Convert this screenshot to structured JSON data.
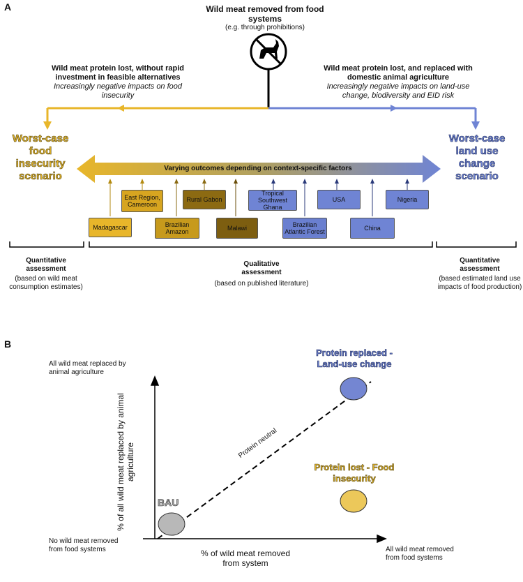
{
  "panel_a": {
    "label": "A",
    "top_title": "Wild meat removed from food systems",
    "top_subtitle": "(e.g. through prohibitions)",
    "left_heading": "Wild meat protein lost, without rapid investment in feasible alternatives",
    "left_sub": "Increasingly negative impacts on food insecurity",
    "right_heading": "Wild meat protein lost, and replaced with domestic animal agriculture",
    "right_sub": "Increasingly negative impacts on land-use change, biodiversity and EID risk",
    "left_outcome": "Worst-case food insecurity scenario",
    "right_outcome": "Worst-case land use change scenario",
    "arrow_label": "Varying outcomes depending on context-specific factors",
    "cases": [
      {
        "label": "Madagascar",
        "color": "#e8b62a"
      },
      {
        "label": "East Region, Cameroon",
        "color": "#d7a520"
      },
      {
        "label": "Brazilian Amazon",
        "color": "#c79a1c"
      },
      {
        "label": "Rural Gabon",
        "color": "#8c6a12"
      },
      {
        "label": "Malawi",
        "color": "#7d5e10"
      },
      {
        "label": "Tropical Southwest Ghana",
        "color": "#6f84d4"
      },
      {
        "label": "Brazilian Atlantic Forest",
        "color": "#6a7fd0"
      },
      {
        "label": "USA",
        "color": "#6f84d4"
      },
      {
        "label": "China",
        "color": "#6f84d4"
      },
      {
        "label": "Nigeria",
        "color": "#6f84d4"
      }
    ],
    "assess_left_title": "Quantitative assessment",
    "assess_left_sub": "(based on wild meat consumption estimates)",
    "assess_mid_title": "Qualitative assessment",
    "assess_mid_sub": "(based on published literature)",
    "assess_right_title": "Quantitative assessment",
    "assess_right_sub": "(based estimated land use impacts of food production)"
  },
  "panel_b": {
    "label": "B",
    "y_top_note": "All wild meat replaced by animal agriculture",
    "y_label": "% of all wild meat replaced by animal agriculture",
    "origin_note": "No wild meat removed from food systems",
    "x_label": "% of wild meat removed from system",
    "x_end_note": "All wild meat removed from food systems",
    "bau": "BAU",
    "protein_neutral": "Protein neutral",
    "replaced": "Protein replaced - Land-use change",
    "lost": "Protein lost - Food insecurity",
    "colors": {
      "bau": "#b8b8b8",
      "replaced": "#7486d2",
      "lost": "#ecc85a"
    }
  }
}
